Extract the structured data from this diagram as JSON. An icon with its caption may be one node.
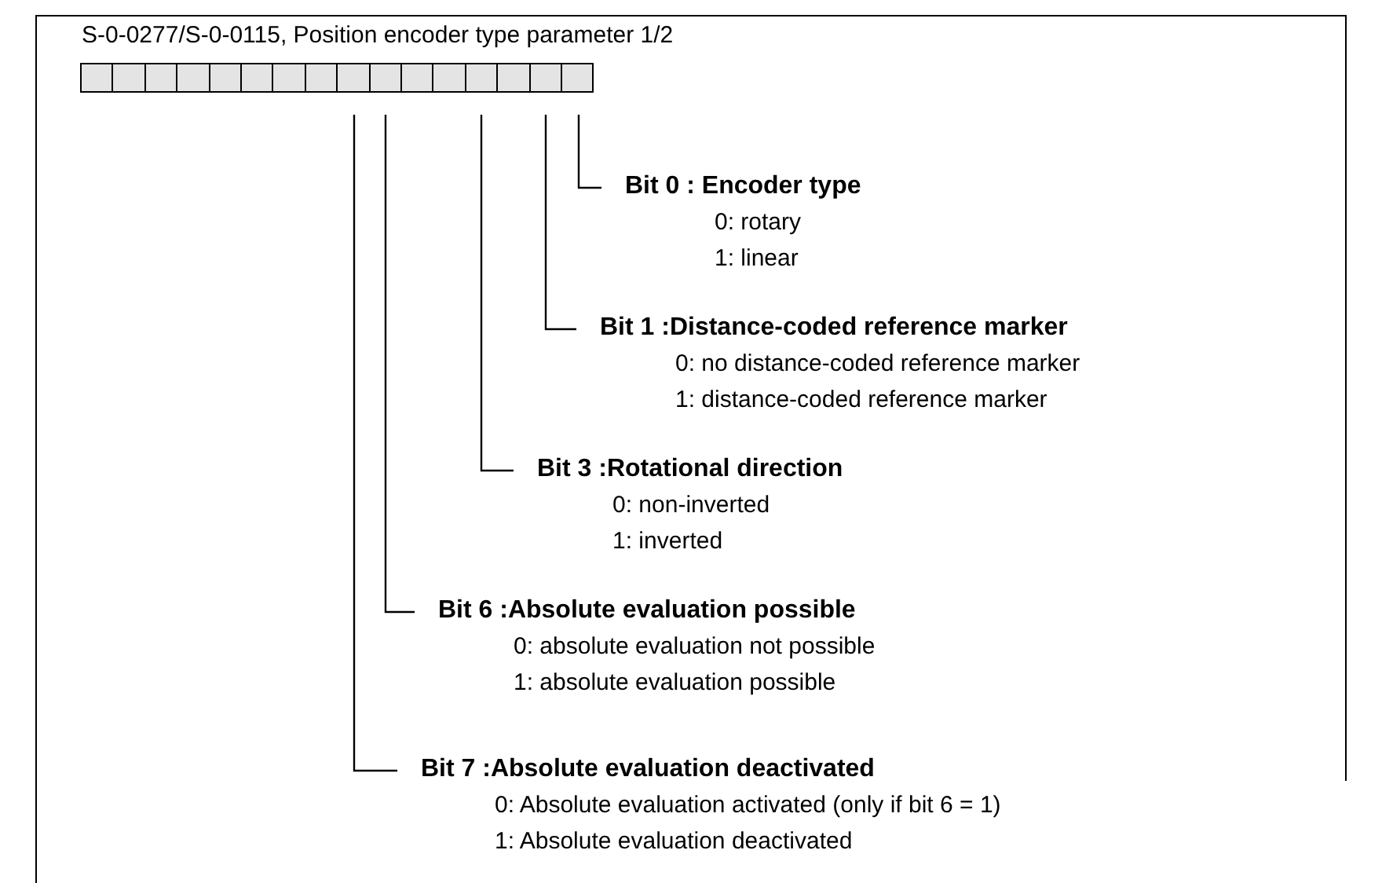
{
  "diagram": {
    "title": "S-0-0277/S-0-0115, Position encoder type parameter 1/2",
    "nodes": [
      {
        "text": [],
        "shape": "box"
      },
      {
        "text": [],
        "shape": "box"
      },
      {
        "text": [],
        "shape": "box"
      },
      {
        "text": [],
        "shape": "box"
      },
      {
        "text": [],
        "shape": "box"
      },
      {
        "text": [],
        "shape": "box"
      },
      {
        "text": [],
        "shape": "box"
      },
      {
        "text": [],
        "shape": "box"
      },
      {
        "text": [],
        "shape": "box"
      },
      {
        "text": [],
        "shape": "box"
      },
      {
        "text": [],
        "shape": "box"
      },
      {
        "text": [],
        "shape": "box"
      },
      {
        "text": [],
        "shape": "box"
      },
      {
        "text": [],
        "shape": "box"
      },
      {
        "text": [],
        "shape": "box"
      },
      {
        "text": [],
        "shape": "box"
      },
      {
        "text": [
          "Bit 0 : Encoder type",
          "0: rotary",
          "1: linear"
        ]
      },
      {
        "text": [
          "Bit 1 :Distance-coded reference marker",
          "0: no distance-coded reference marker",
          "1: distance-coded reference marker"
        ]
      },
      {
        "text": [
          "Bit 3 :Rotational direction",
          "0: non-inverted",
          "1: inverted"
        ]
      },
      {
        "text": [
          "Bit 6 :Absolute evaluation possible",
          "0: absolute evaluation not possible",
          "1: absolute evaluation possible"
        ]
      },
      {
        "text": [
          "Bit 7 :Absolute evaluation deactivated",
          "0: Absolute evaluation activated (only if bit 6 = 1)",
          "1: Absolute evaluation deactivated"
        ]
      }
    ],
    "edges": [
      {
        "from": 15,
        "to": 16,
        "arrow": "none"
      },
      {
        "from": 14,
        "to": 17,
        "arrow": "none"
      },
      {
        "from": 12,
        "to": 18,
        "arrow": "none"
      },
      {
        "from": 9,
        "to": 19,
        "arrow": "none"
      },
      {
        "from": 8,
        "to": 20,
        "arrow": "none"
      }
    ]
  }
}
